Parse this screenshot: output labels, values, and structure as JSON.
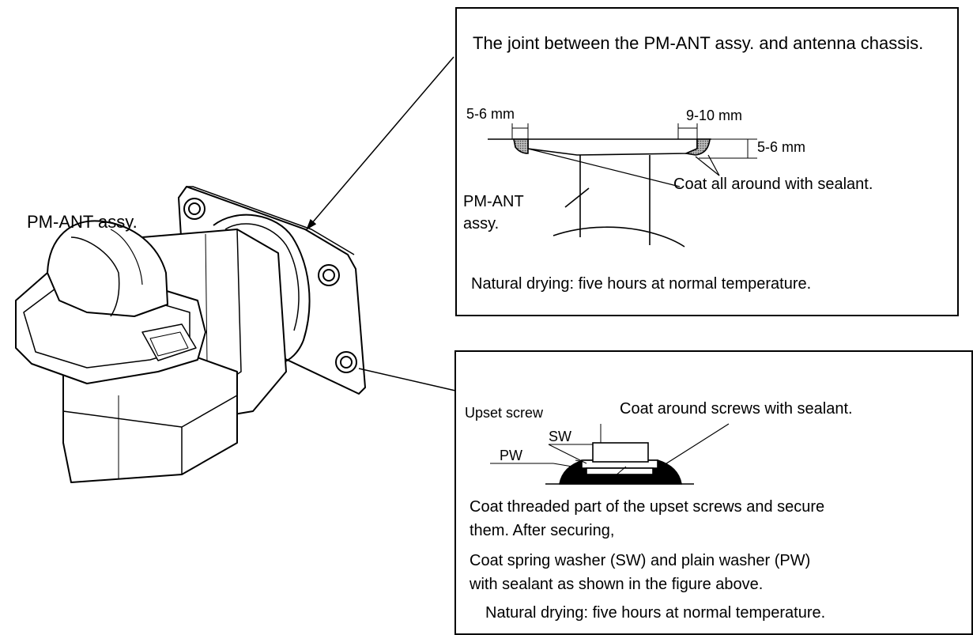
{
  "main_label": "PM-ANT assy.",
  "top_box": {
    "title": "The joint between the PM-ANT assy. and antenna chassis.",
    "dim_left": "5-6 mm",
    "dim_right": "9-10 mm",
    "dim_height": "5-6 mm",
    "coat_note": "Coat all around with sealant.",
    "part_label_line1": "PM-ANT",
    "part_label_line2": "assy.",
    "drying_note": "Natural drying: five hours at normal temperature."
  },
  "bottom_box": {
    "upset_screw": "Upset screw",
    "coat_screws": "Coat around screws with sealant.",
    "sw": "SW",
    "pw": "PW",
    "instruction_line1": "Coat threaded part of the upset screws and secure",
    "instruction_line2": "them. After securing,",
    "instruction_line3": "Coat spring washer (SW) and plain washer (PW)",
    "instruction_line4": "with sealant as shown in the figure above.",
    "drying_note": "Natural drying: five hours at normal temperature."
  }
}
